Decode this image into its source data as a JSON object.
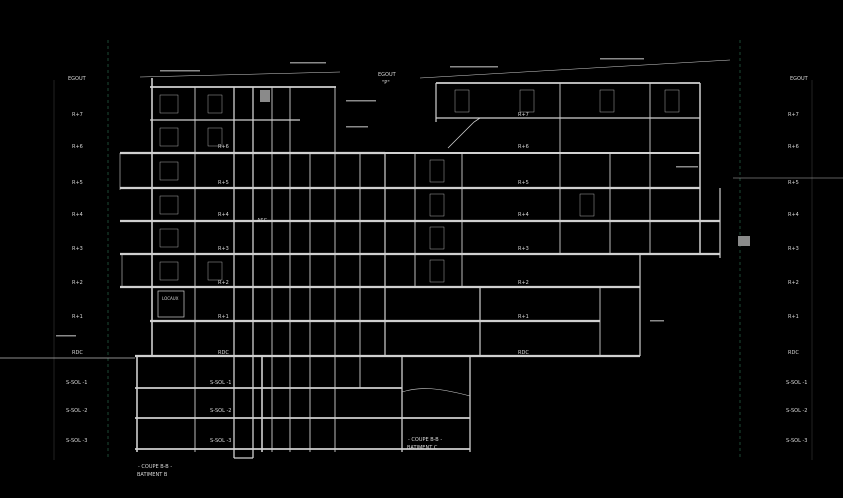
{
  "drawing": {
    "annotation_top": "EGOUT",
    "annotation_top_sub": "\"P\"",
    "left_levels": [
      "EGOUT",
      "R+7",
      "R+6",
      "R+5",
      "R+4",
      "R+3",
      "R+2",
      "R+1",
      "RDC",
      "S-SOL -1",
      "S-SOL -2",
      "S-SOL -3"
    ],
    "right_levels": [
      "EGOUT",
      "R+7",
      "R+6",
      "R+5",
      "R+4",
      "R+3",
      "R+2",
      "R+1",
      "RDC",
      "S-SOL -1",
      "S-SOL -2",
      "S-SOL -3"
    ],
    "building_b_labels": [
      "R+6",
      "R+5",
      "R+4",
      "R+3",
      "R+2",
      "R+1",
      "RDC",
      "S-SOL -1",
      "S-SOL -2",
      "S-SOL -3"
    ],
    "building_c_labels": [
      "R+7",
      "R+6",
      "R+5",
      "R+4",
      "R+3",
      "R+2",
      "R+1",
      "RDC"
    ],
    "shaft_label": "ASC",
    "room_label": "LOCAUX",
    "caption_b": [
      "- COUPE B-B -",
      "BATIMENT B"
    ],
    "caption_c": [
      "- COUPE B-B -",
      "BATIMENT C"
    ]
  }
}
